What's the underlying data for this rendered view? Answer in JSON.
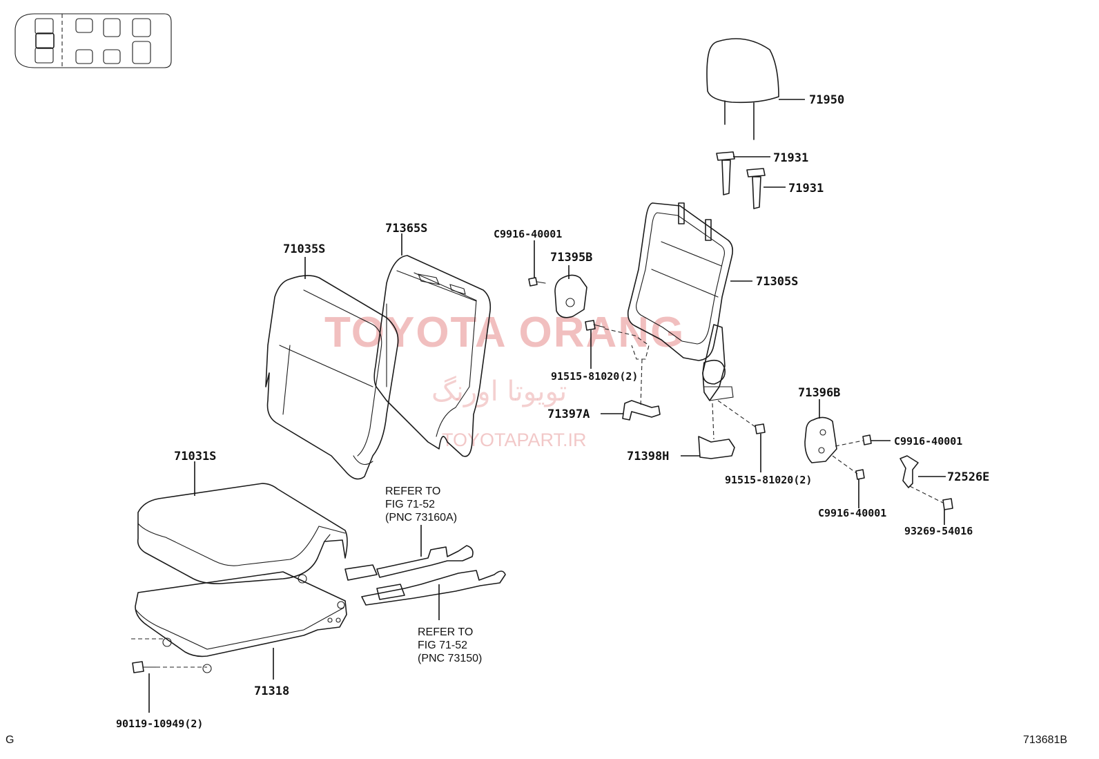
{
  "watermark": {
    "brand": "TOYOTA ORANG",
    "brand_fa": "تويوتا اورنگ",
    "site": "TOYOTAPART.IR"
  },
  "corner": {
    "left": "G",
    "right": "713681B"
  },
  "parts": {
    "headrest": "71950",
    "support_1": "71931",
    "support_2": "71931",
    "back_frame": "71305S",
    "back_cover": "71365S",
    "back_pad": "71035S",
    "cover_upper": "71395B",
    "clip_upper": "C9916-40001",
    "bolt_upper": "91515-81020(2)",
    "bracket_397": "71397A",
    "cover_398": "71398H",
    "bolt_lower": "91515-81020(2)",
    "cover_396": "71396B",
    "clip_right": "C9916-40001",
    "clip_lower": "C9916-40001",
    "lever": "72526E",
    "screw": "93269-54016",
    "cushion": "71031S",
    "cushion_frame": "71318",
    "bolt_cushion": "90119-10949(2)"
  },
  "notes": {
    "ref_upper": [
      "REFER TO",
      "FIG 71-52",
      "(PNC 73160A)"
    ],
    "ref_lower": [
      "REFER TO",
      "FIG 71-52",
      "(PNC 73150)"
    ]
  }
}
